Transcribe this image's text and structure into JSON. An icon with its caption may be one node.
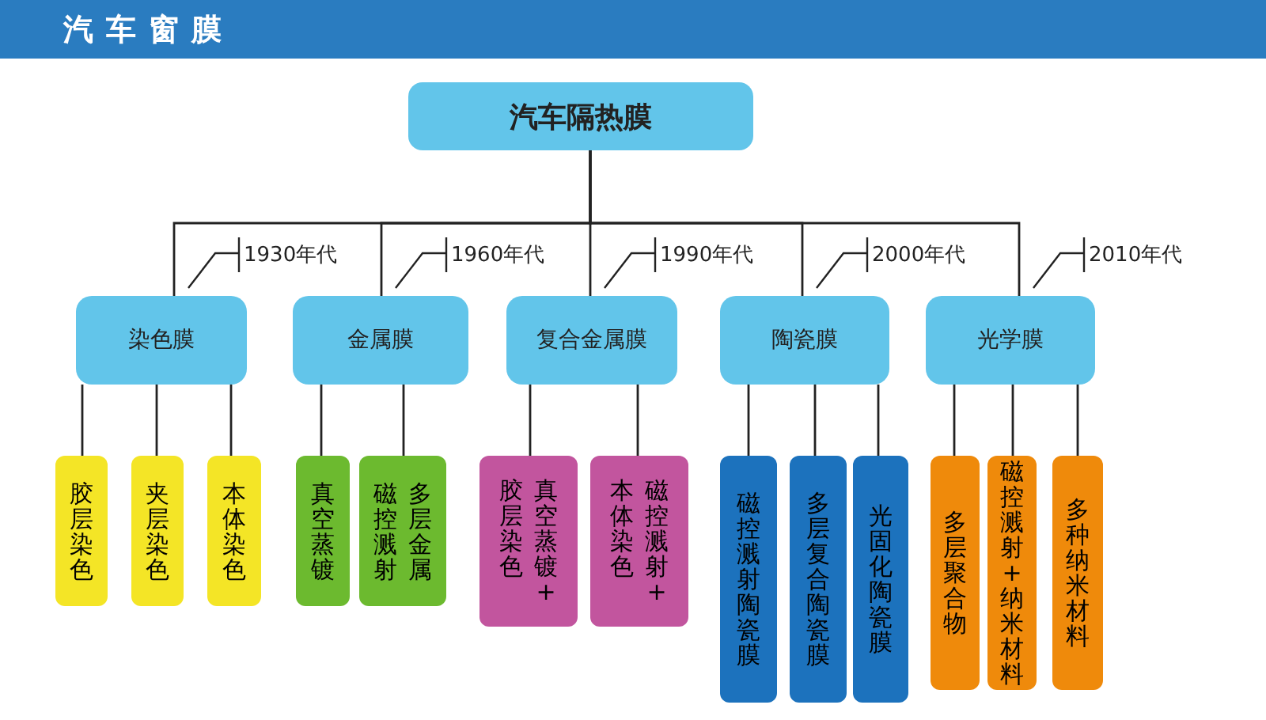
{
  "diagram": {
    "title": "汽车窗膜",
    "nodes": [
      {
        "text": [
          "汽车隔热膜"
        ]
      },
      {
        "text": [
          "染色膜"
        ],
        "beside": [
          "1930年代"
        ]
      },
      {
        "text": [
          "金属膜"
        ],
        "beside": [
          "1960年代"
        ]
      },
      {
        "text": [
          "复合金属膜"
        ],
        "beside": [
          "1990年代"
        ]
      },
      {
        "text": [
          "陶瓷膜"
        ],
        "beside": [
          "2000年代"
        ]
      },
      {
        "text": [
          "光学膜"
        ],
        "beside": [
          "2010年代"
        ]
      },
      {
        "text": [
          "胶层染色"
        ]
      },
      {
        "text": [
          "夹层染色"
        ]
      },
      {
        "text": [
          "本体染色"
        ]
      },
      {
        "text": [
          "真空蒸镀"
        ]
      },
      {
        "text": [
          "多层金属磁控溅射"
        ]
      },
      {
        "text": [
          "真空蒸镀+胶层染色"
        ]
      },
      {
        "text": [
          "磁控溅射+本体染色"
        ]
      },
      {
        "text": [
          "磁控溅射陶瓷膜"
        ]
      },
      {
        "text": [
          "多层复合陶瓷膜"
        ]
      },
      {
        "text": [
          "光固化陶瓷膜"
        ]
      },
      {
        "text": [
          "多层聚合物"
        ]
      },
      {
        "text": [
          "磁控溅射+纳米材料"
        ]
      },
      {
        "text": [
          "多种纳米材料"
        ]
      }
    ],
    "edges": [
      {
        "from": 0,
        "to": 1,
        "arrow": "none"
      },
      {
        "from": 0,
        "to": 2,
        "arrow": "none"
      },
      {
        "from": 0,
        "to": 3,
        "arrow": "none"
      },
      {
        "from": 0,
        "to": 4,
        "arrow": "none"
      },
      {
        "from": 0,
        "to": 5,
        "arrow": "none"
      },
      {
        "from": 1,
        "to": 6,
        "arrow": "none"
      },
      {
        "from": 1,
        "to": 7,
        "arrow": "none"
      },
      {
        "from": 1,
        "to": 8,
        "arrow": "none"
      },
      {
        "from": 2,
        "to": 9,
        "arrow": "none"
      },
      {
        "from": 2,
        "to": 10,
        "arrow": "none"
      },
      {
        "from": 3,
        "to": 11,
        "arrow": "none"
      },
      {
        "from": 3,
        "to": 12,
        "arrow": "none"
      },
      {
        "from": 4,
        "to": 13,
        "arrow": "none"
      },
      {
        "from": 4,
        "to": 14,
        "arrow": "none"
      },
      {
        "from": 4,
        "to": 15,
        "arrow": "none"
      },
      {
        "from": 5,
        "to": 16,
        "arrow": "none"
      },
      {
        "from": 5,
        "to": 17,
        "arrow": "none"
      },
      {
        "from": 5,
        "to": 18,
        "arrow": "none"
      }
    ]
  }
}
